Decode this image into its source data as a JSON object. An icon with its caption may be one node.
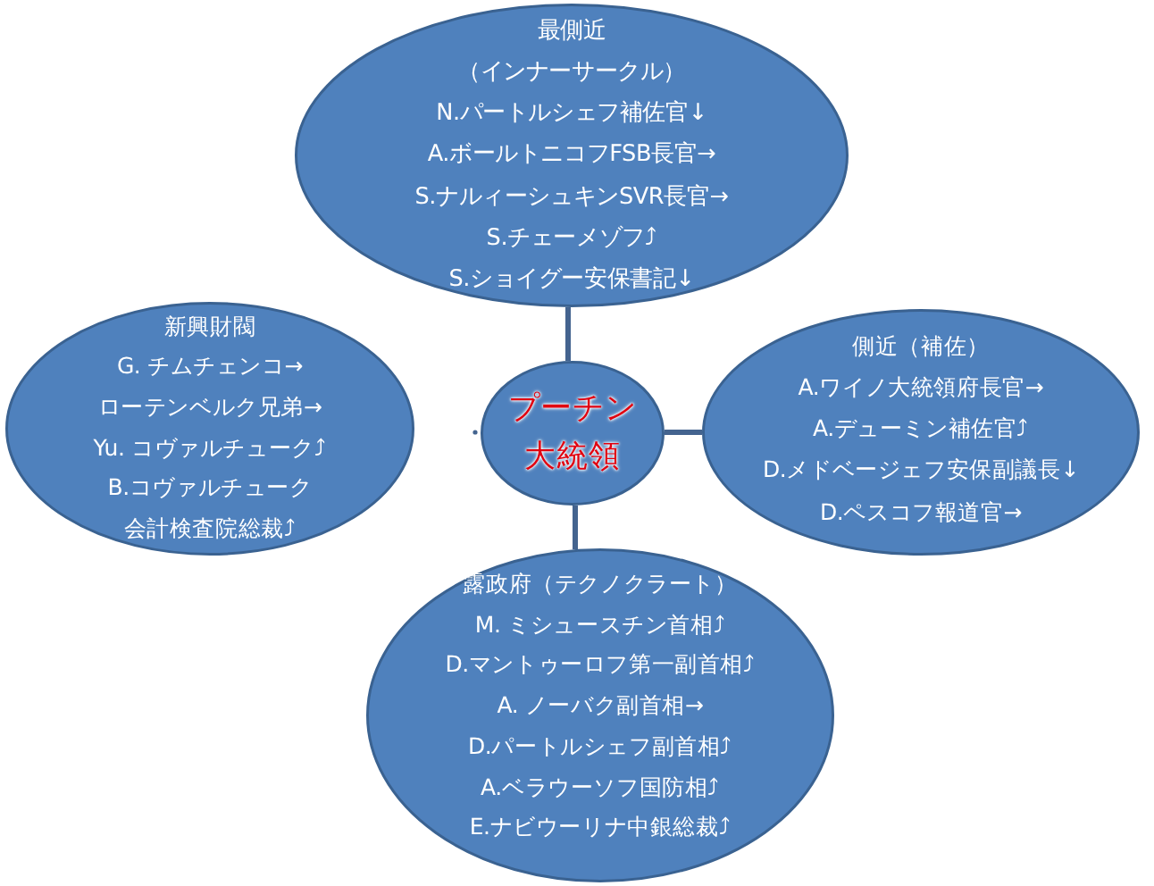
{
  "diagram": {
    "nodes": [
      {
        "text": [
          "最側近",
          "（インナーサークル）",
          "N.パートルシェフ補佐官↓",
          "A.ボールトニコフFSB長官→",
          "S.ナルィーシュキンSVR長官→",
          "S.チェーメゾフ⤴",
          "S.ショイグー安保書記↓"
        ]
      },
      {
        "text": [
          "新興財閥",
          "G. チムチェンコ→",
          "ローテンベルク兄弟→",
          "Yu. コヴァルチューク⤴",
          "B.コヴァルチューク",
          "会計検査院総裁⤴"
        ]
      },
      {
        "text": [
          "プーチン大統領"
        ]
      },
      {
        "text": [
          "側近（補佐）",
          "A.ワイノ大統領府長官→",
          "A.デューミン補佐官⤴",
          "D.メドベージェフ安保副議長↓",
          "D.ペスコフ報道官→"
        ]
      },
      {
        "text": [
          "露政府（テクノクラート）",
          "M. ミシュースチン首相⤴",
          "D.マントゥーロフ第一副首相⤴",
          "A. ノーバク副首相→",
          "D.パートルシェフ副首相⤴",
          "A.ベラウーソフ国防相⤴",
          "E.ナビウーリナ中銀総裁⤴"
        ]
      }
    ],
    "edges": [
      {
        "from": 2,
        "to": 0,
        "arrow": "none"
      },
      {
        "from": 2,
        "to": 3,
        "arrow": "none"
      },
      {
        "from": 2,
        "to": 4,
        "arrow": "none"
      }
    ]
  }
}
